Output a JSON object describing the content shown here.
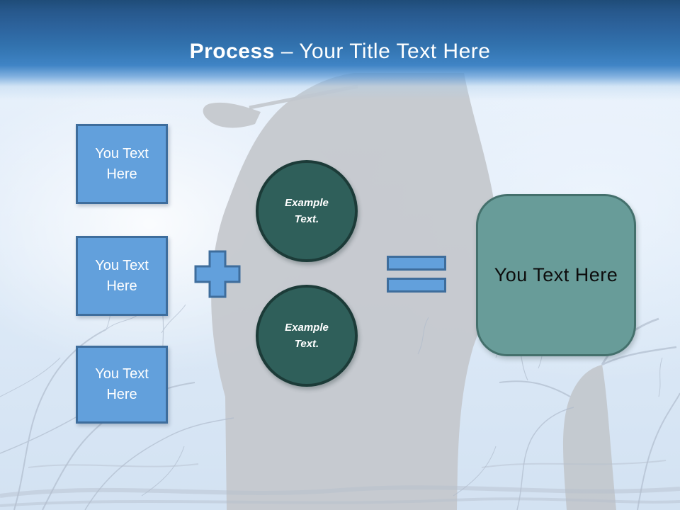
{
  "title": {
    "bold": "Process",
    "rest": "– Your Title Text Here"
  },
  "diagram": {
    "input_boxes": [
      {
        "label": "You Text Here"
      },
      {
        "label": "You Text Here"
      },
      {
        "label": "You Text Here"
      }
    ],
    "plus_operator": "plus-sign",
    "example_circles": [
      {
        "label": "Example Text."
      },
      {
        "label": "Example Text."
      }
    ],
    "equals_operator": "equals-sign",
    "result_box": {
      "label": "You Text Here"
    }
  },
  "background": {
    "description": "faded photo: equestrian rider on horse over bare winter tree branches"
  },
  "colors": {
    "accent_blue": "#62a0dc",
    "accent_blue_border": "#3e6d9c",
    "circle_teal": "#2f5f5a",
    "circle_teal_border": "#1c3b38",
    "result_teal": "#689c99",
    "result_teal_border": "#44706c",
    "header_blue": "#2d649e",
    "title_text": "#ffffff"
  }
}
